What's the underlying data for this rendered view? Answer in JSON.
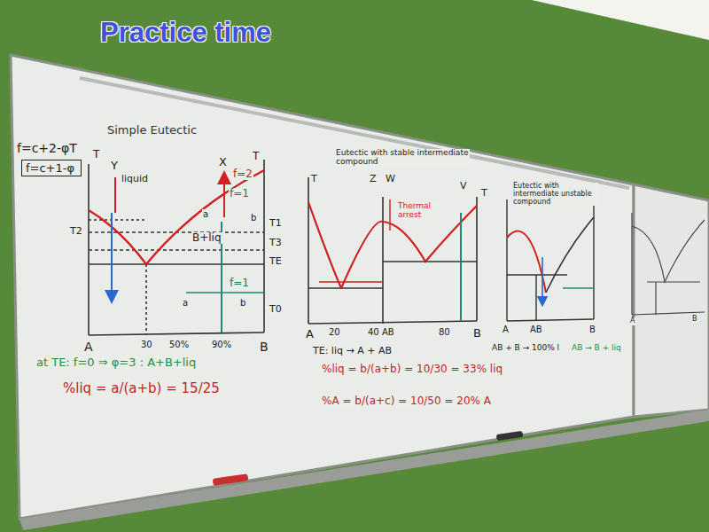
{
  "diagram": {
    "title": "Practice time",
    "nodes": [
      {
        "text": [
          "f=c+1-φ"
        ]
      }
    ],
    "labels": [
      "Simple Eutectic",
      "f=c+2-φT",
      "T",
      "Y",
      "liquid",
      "X",
      "f=2",
      "T",
      "T2",
      "f=1",
      "a",
      "b",
      "B+liq",
      "T1",
      "T3",
      "TE",
      "f=1",
      "a",
      "b",
      "T0",
      "A",
      "30",
      "50%",
      "90%",
      "B",
      "at TE: f=0 ⇒ φ=3 : A+B+liq",
      "%liq = a/(a+b) = 15/25",
      "Eutectic with stable intermediate compound",
      "T",
      "Z",
      "W",
      "Thermal arrest",
      "V",
      "T",
      "A",
      "20",
      "40 AB",
      "80",
      "B",
      "TE: liq → A + AB",
      "%liq = b/(a+b) = 10/30 = 33% liq",
      "%A = b/(a+c) = 10/50 = 20% A",
      "Eutectic with intermediate unstable compound",
      "A",
      "AB",
      "B",
      "AB + B → 100% l",
      "AB → B + liq",
      "A",
      "B"
    ]
  }
}
